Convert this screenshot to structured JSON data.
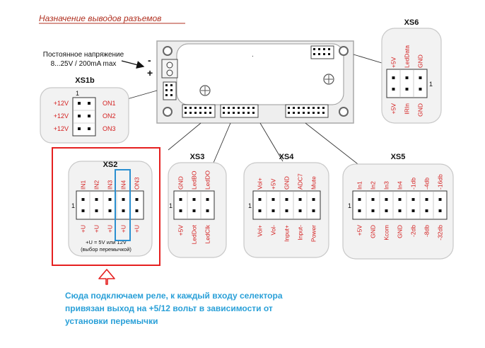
{
  "title": "Назначение выводов разъемов",
  "power": {
    "line1": "Постоянное напряжение",
    "line2": "8...25V  /  200mA max",
    "minus": "-",
    "plus": "+"
  },
  "board": {
    "dot": "."
  },
  "xs1b": {
    "title": "XS1b",
    "pin_one": "1",
    "left": [
      "+12V",
      "+12V",
      "+12V"
    ],
    "right": [
      "ON1",
      "ON2",
      "ON3"
    ]
  },
  "xs6": {
    "title": "XS6",
    "pin_one": "1",
    "top": [
      "+5V",
      "LedData",
      "GND"
    ],
    "bottom": [
      "+5V",
      "IRIn",
      "GND"
    ]
  },
  "xs2": {
    "title": "XS2",
    "pin_one": "1",
    "top": [
      "IN1",
      "IN2",
      "IN3",
      "IN4",
      "ON3"
    ],
    "bottom": [
      "+U",
      "+U",
      "+U",
      "+U",
      "+U"
    ],
    "note1": "+U = 5V или 12V",
    "note2": "(выбор перемычкой)"
  },
  "xs3": {
    "title": "XS3",
    "pin_one": "1",
    "top": [
      "GND",
      "LedBO",
      "LedDO"
    ],
    "bottom": [
      "+5V",
      "LedDot",
      "LedClk"
    ]
  },
  "xs4": {
    "title": "XS4",
    "pin_one": "1",
    "top": [
      "Vol+",
      "+5V",
      "GND",
      "ADC7",
      "Mute"
    ],
    "bottom": [
      "Vol+",
      "Vol-",
      "Input+",
      "Input-",
      "Power"
    ]
  },
  "xs5": {
    "title": "XS5",
    "pin_one": "1",
    "top": [
      "In1",
      "In2",
      "In3",
      "In4",
      "-1db",
      "-4db",
      "-16db"
    ],
    "bottom": [
      "+5V",
      "GND",
      "Kcom",
      "GND",
      "-2db",
      "-8db",
      "-32db"
    ]
  },
  "annotation": {
    "line1": "Сюда подключаем реле, к каждый входу селектора",
    "line2": "привязан выход на +5/12 вольт  в зависимости от",
    "line3": "установки перемычки"
  },
  "colors": {
    "label_red": "#d42020",
    "highlight_red": "#e52020",
    "highlight_blue": "#2a8fd0",
    "note_blue": "#2aa0d8",
    "title_red": "#b03020",
    "box_fill": "#f2f2f2",
    "box_stroke": "#c8c8c8"
  },
  "icons": [
    "up-arrow-icon",
    "pointer-arrow-icon"
  ]
}
